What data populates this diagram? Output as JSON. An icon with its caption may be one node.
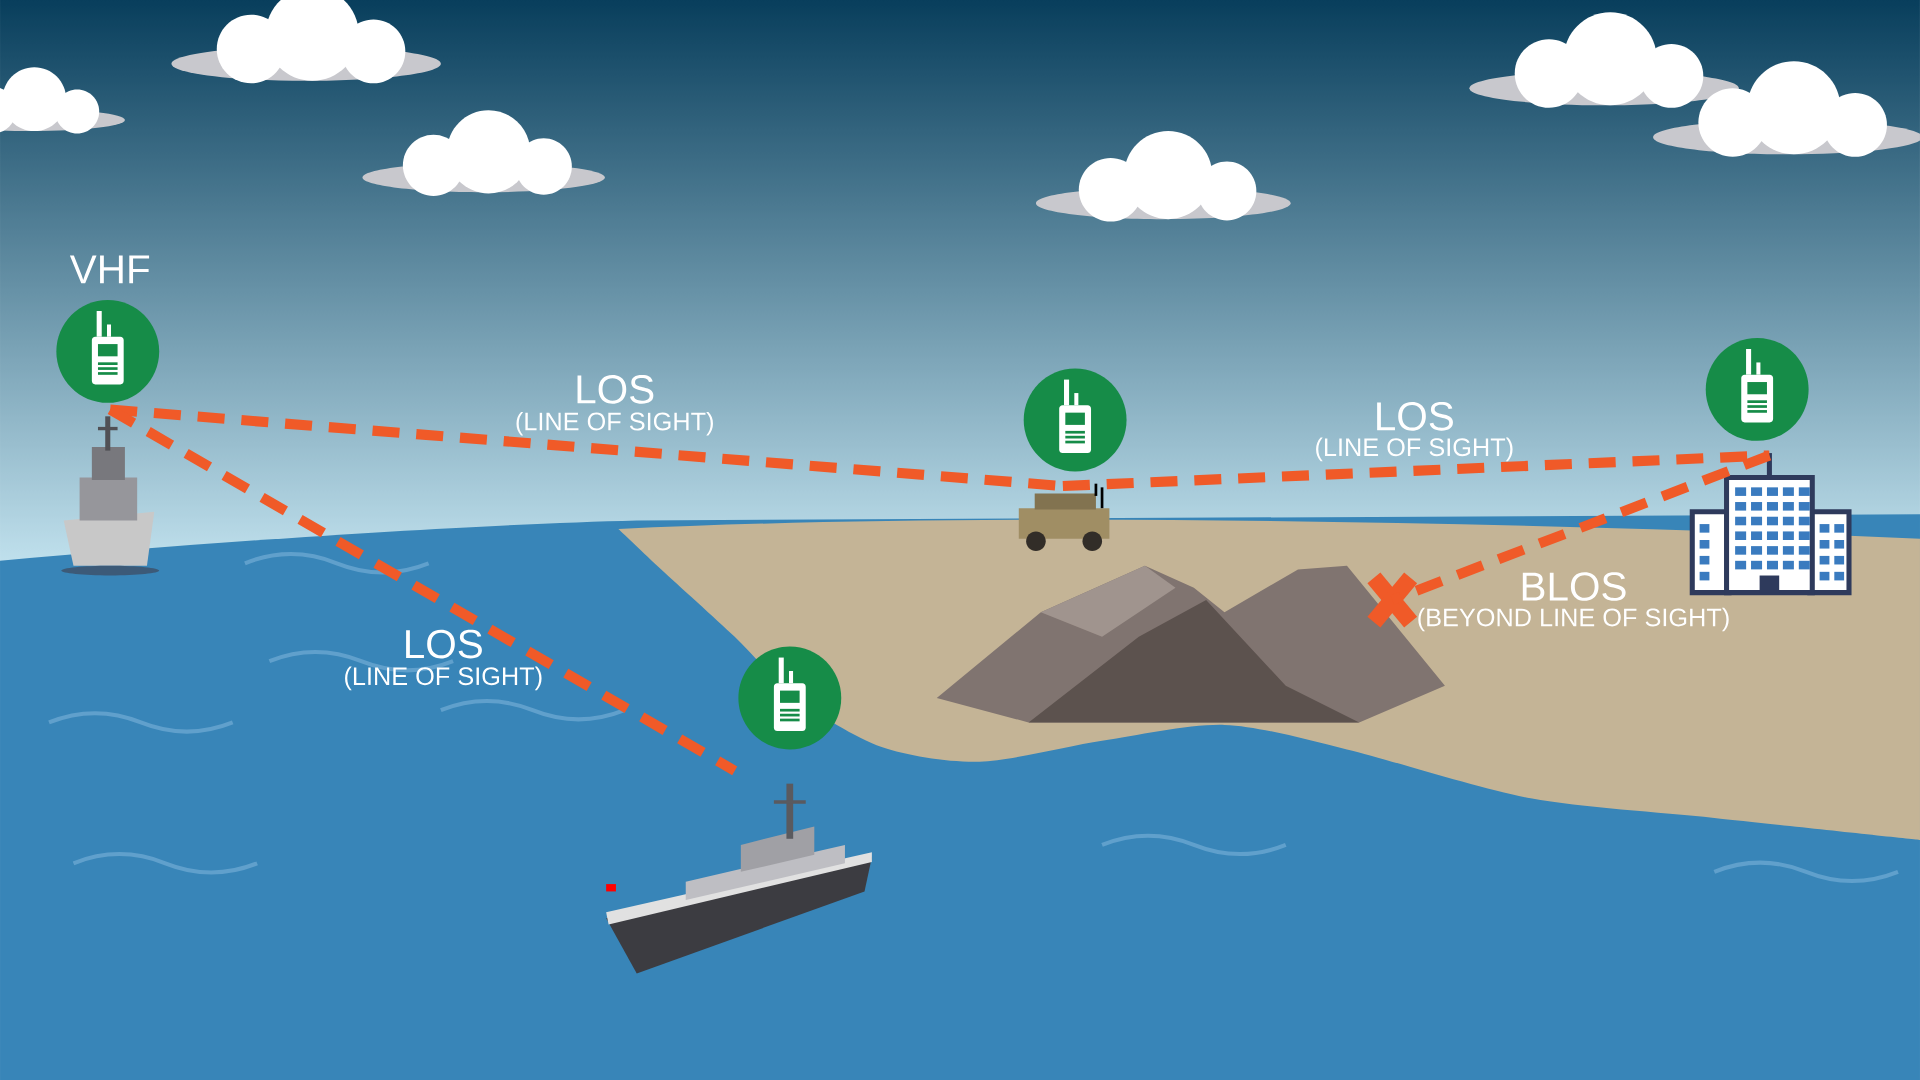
{
  "diagram": {
    "nodes": [
      {
        "text": [],
        "shape": "picture"
      },
      {
        "text": [],
        "shape": "picture"
      },
      {
        "text": [],
        "shape": "picture"
      },
      {
        "text": [],
        "shape": "cross"
      },
      {
        "text": [],
        "shape": "picture"
      }
    ],
    "edges": [
      {
        "from": 0,
        "to": 1,
        "arrow": "none",
        "label": "LOS"
      },
      {
        "from": 1,
        "to": 2,
        "arrow": "none",
        "label": "LOS"
      },
      {
        "from": 0,
        "to": 4,
        "arrow": "none",
        "label": "LOS"
      },
      {
        "from": 2,
        "to": 3,
        "arrow": "none",
        "label": "BLOS"
      }
    ],
    "labels": [
      "VHF",
      "(LINE OF SIGHT)",
      "(LINE OF SIGHT)",
      "(BEYOND LINE OF SIGHT)",
      "(LINE OF SIGHT)"
    ]
  }
}
